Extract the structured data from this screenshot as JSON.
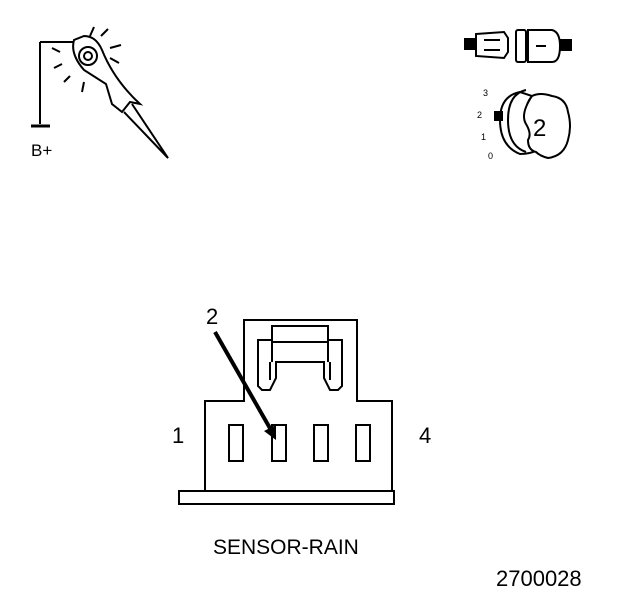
{
  "test_light": {
    "supply_label": "B+"
  },
  "ignition": {
    "positions": [
      "3",
      "2",
      "1",
      "0"
    ],
    "key_position": "2"
  },
  "connector": {
    "pointer_pin": "2",
    "left_pin": "1",
    "right_pin": "4",
    "caption": "SENSOR-RAIN"
  },
  "figure_number": "2700028"
}
